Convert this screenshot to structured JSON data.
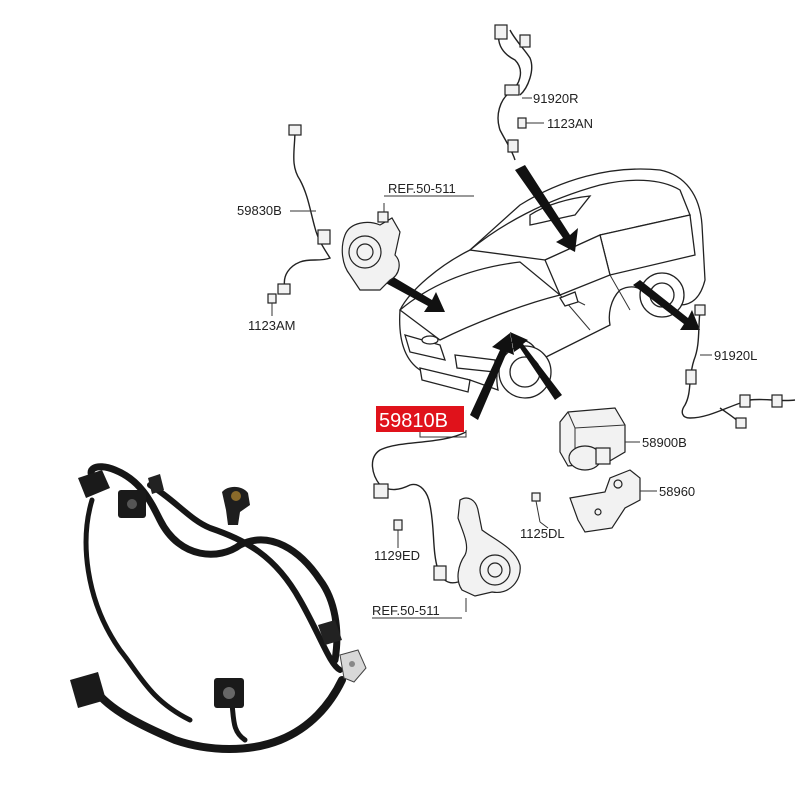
{
  "diagram": {
    "labels": {
      "p_91920r": "91920R",
      "p_1123an": "1123AN",
      "p_ref_top": "REF.50-511",
      "p_59830b": "59830B",
      "p_1123am": "1123AM",
      "p_91920l": "91920L",
      "p_59810b": "59810B",
      "p_58900b": "58900B",
      "p_58960": "58960",
      "p_1125dl": "1125DL",
      "p_1129ed": "1129ED",
      "p_ref_bottom": "REF.50-511"
    },
    "colors": {
      "highlight": "#e0121b",
      "line": "#222222",
      "cable": "#161616"
    }
  }
}
